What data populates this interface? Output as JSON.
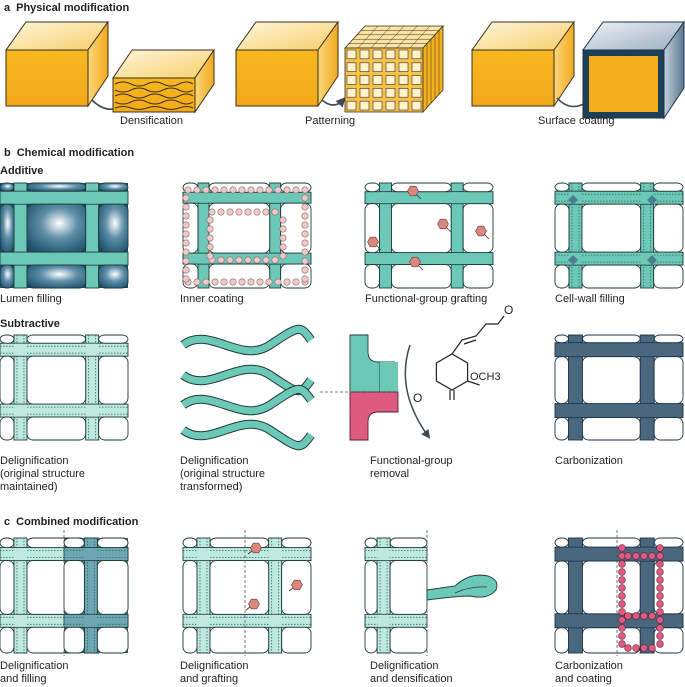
{
  "sections": {
    "a": {
      "letter": "a",
      "title": "Physical modification"
    },
    "b": {
      "letter": "b",
      "title": "Chemical modification"
    },
    "c": {
      "letter": "c",
      "title": "Combined modification"
    }
  },
  "physical": {
    "densification": "Densification",
    "patterning": "Patterning",
    "surface_coating": "Surface coating"
  },
  "additive": {
    "heading": "Additive",
    "lumen_filling": "Lumen filling",
    "inner_coating": "Inner coating",
    "grafting": "Functional-group grafting",
    "cell_wall_filling": "Cell-wall filling"
  },
  "subtractive": {
    "heading": "Subtractive",
    "delig_maintained": "Delignification\n(original structure\nmaintained)",
    "delig_transformed": "Delignification\n(original structure\ntransformed)",
    "fg_removal": "Functional-group\nremoval",
    "carbonization": "Carbonization",
    "molecule_o": "O",
    "molecule_och3": "OCH3"
  },
  "combined": {
    "delig_filling": "Delignification\nand filling",
    "delig_grafting": "Delignification\nand grafting",
    "delig_densification": "Delignification\nand densification",
    "carb_coating": "Carbonization\nand coating"
  },
  "colors": {
    "gold": "#f5b51d",
    "teal": "#6cc9b8",
    "dark_teal": "#1b4f6b",
    "slate": "#4a6780",
    "pink": "#de5a80",
    "light_pink": "#f1c9c9",
    "hex_pink": "#d9877f"
  }
}
